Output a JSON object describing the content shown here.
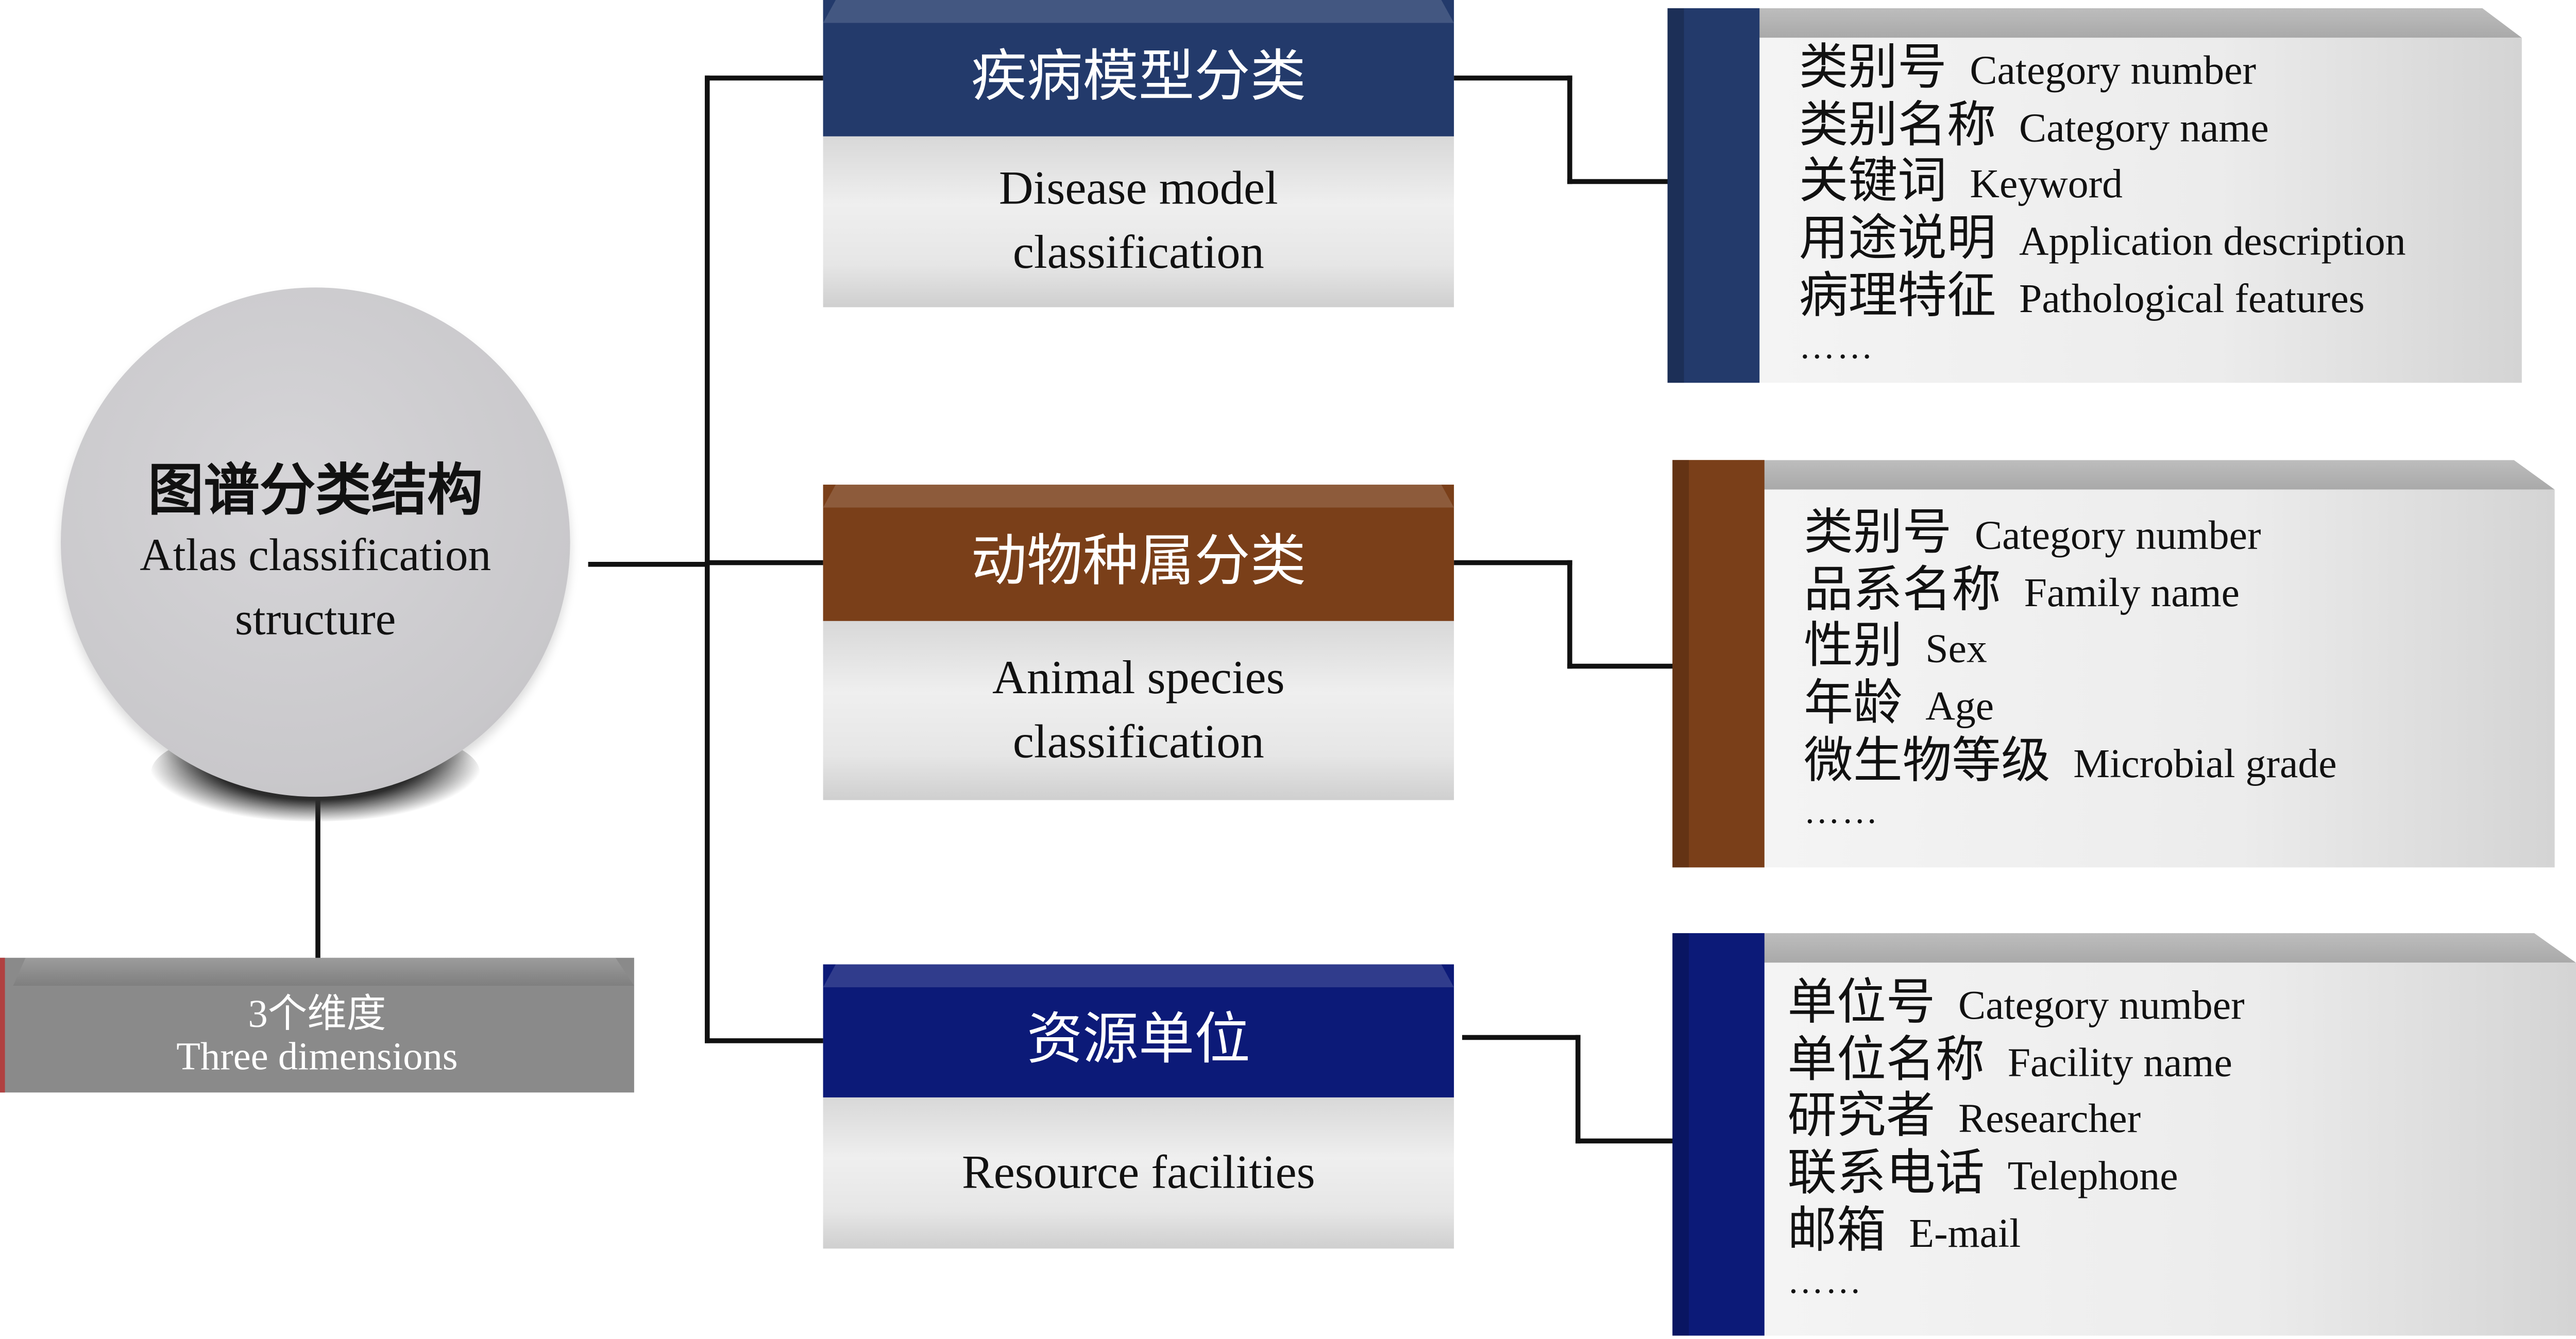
{
  "root": {
    "title_cn": "图谱分类结构",
    "title_en_line1": "Atlas classification",
    "title_en_line2": "structure"
  },
  "dimensions": {
    "label_cn": "3个维度",
    "label_en": "Three dimensions"
  },
  "categories": [
    {
      "title_cn": "疾病模型分类",
      "title_en": [
        "Disease model",
        "classification"
      ],
      "color": "#233a6b",
      "fields": [
        {
          "cn": "类别号",
          "en": "Category number"
        },
        {
          "cn": "类别名称",
          "en": "Category name"
        },
        {
          "cn": "关键词",
          "en": "Keyword"
        },
        {
          "cn": "用途说明",
          "en": "Application description"
        },
        {
          "cn": "病理特征",
          "en": "Pathological features"
        }
      ],
      "more": "……"
    },
    {
      "title_cn": "动物种属分类",
      "title_en": [
        "Animal species",
        "classification"
      ],
      "color": "#7a3f19",
      "fields": [
        {
          "cn": "类别号",
          "en": "Category number"
        },
        {
          "cn": "品系名称",
          "en": "Family name"
        },
        {
          "cn": "性别",
          "en": "Sex"
        },
        {
          "cn": "年龄",
          "en": "Age"
        },
        {
          "cn": "微生物等级",
          "en": "Microbial grade"
        }
      ],
      "more": "……"
    },
    {
      "title_cn": "资源单位",
      "title_en": [
        "Resource facilities"
      ],
      "color": "#0c1a78",
      "fields": [
        {
          "cn": "单位号",
          "en": "Category number"
        },
        {
          "cn": "单位名称",
          "en": "Facility name"
        },
        {
          "cn": "研究者",
          "en": "Researcher"
        },
        {
          "cn": "联系电话",
          "en": "Telephone"
        },
        {
          "cn": "邮箱",
          "en": "E-mail"
        }
      ],
      "more": "……"
    }
  ]
}
